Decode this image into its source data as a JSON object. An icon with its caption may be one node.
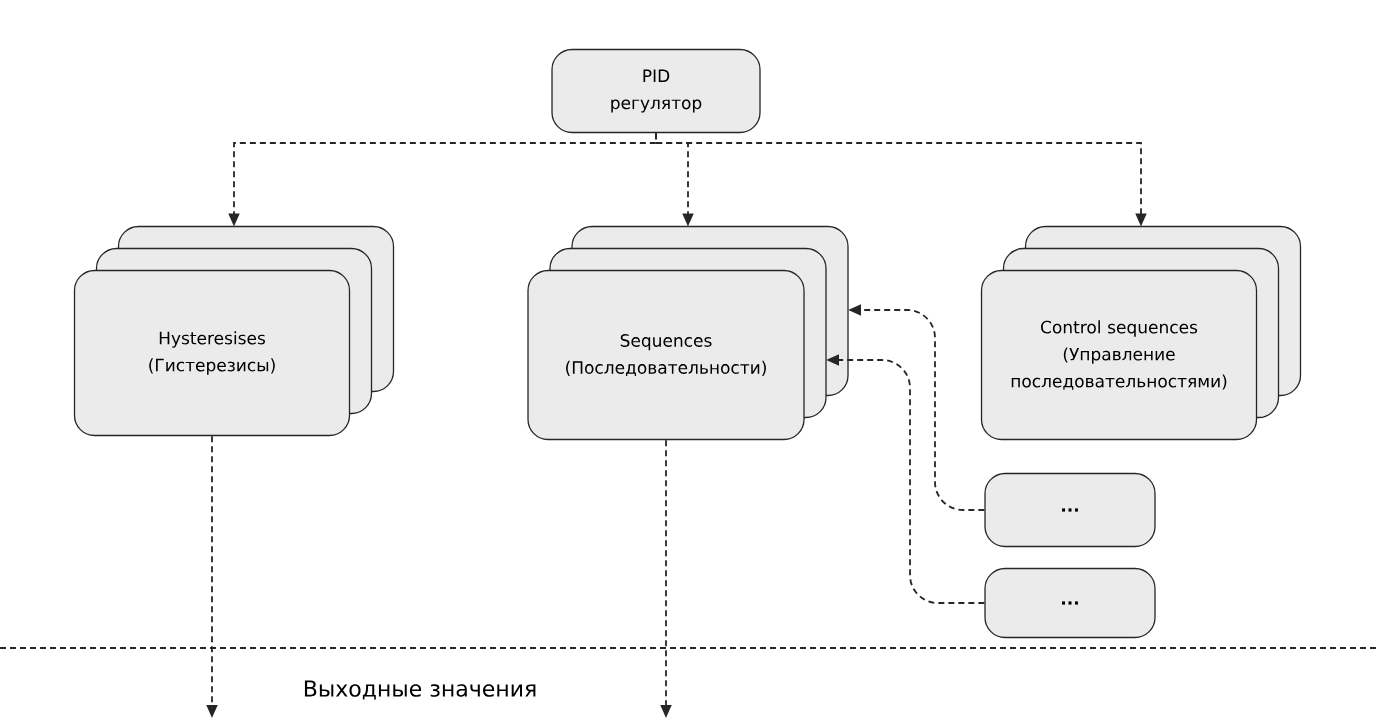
{
  "diagram": {
    "nodes": [
      {
        "text": [
          "PID регулятор"
        ]
      },
      {
        "text": [
          "Hysteresises (Гистерезисы)"
        ]
      },
      {
        "text": [
          "Sequences (Последовательности)"
        ]
      },
      {
        "text": [
          "Control sequences (Управление последовательностями)"
        ]
      },
      {
        "text": [
          "..."
        ]
      },
      {
        "text": [
          "..."
        ]
      }
    ],
    "edges": [
      {
        "from": 0,
        "to": 1,
        "arrow": "to"
      },
      {
        "from": 0,
        "to": 2,
        "arrow": "to"
      },
      {
        "from": 0,
        "to": 3,
        "arrow": "to"
      },
      {
        "from": 4,
        "to": 2,
        "arrow": "to"
      },
      {
        "from": 5,
        "to": 2,
        "arrow": "to"
      },
      {
        "from": 1,
        "to": null,
        "arrow": "to"
      },
      {
        "from": 2,
        "to": null,
        "arrow": "to"
      }
    ],
    "labels": [
      "Выходные значения"
    ]
  }
}
